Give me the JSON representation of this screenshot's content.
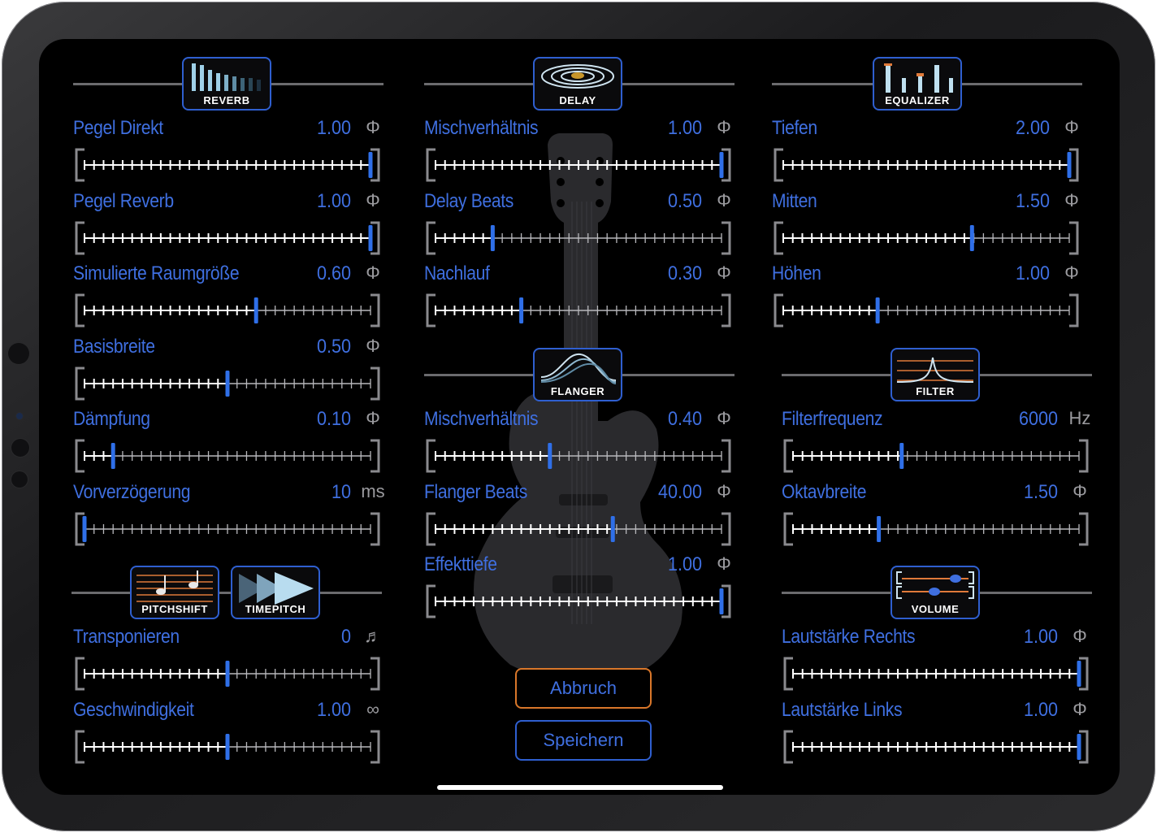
{
  "buttons": {
    "cancel": "Abbruch",
    "save": "Speichern"
  },
  "colors": {
    "accent": "#3f6fe0",
    "thumb": "#2f6fe8",
    "badge_border": "#2f5fd0",
    "cancel_border": "#d9772a"
  },
  "icons": {
    "phase": "phase-icon",
    "music_note": "music-note-icon",
    "infinity": "infinity-icon"
  },
  "reverb": {
    "title": "REVERB",
    "params": [
      {
        "label": "Pegel Direkt",
        "value": "1.00",
        "unit": "Φ",
        "level": 1.0
      },
      {
        "label": "Pegel Reverb",
        "value": "1.00",
        "unit": "Φ",
        "level": 1.0
      },
      {
        "label": "Simulierte Raumgröße",
        "value": "0.60",
        "unit": "Φ",
        "level": 0.6
      },
      {
        "label": "Basisbreite",
        "value": "0.50",
        "unit": "Φ",
        "level": 0.5
      },
      {
        "label": "Dämpfung",
        "value": "0.10",
        "unit": "Φ",
        "level": 0.1
      },
      {
        "label": "Vorverzögerung",
        "value": "10",
        "unit": "ms",
        "level": 0.0
      }
    ]
  },
  "pitch": {
    "title_pitchshift": "PITCHSHIFT",
    "title_timepitch": "TIMEPITCH",
    "params": [
      {
        "label": "Transponieren",
        "value": "0",
        "unit": "♬",
        "level": 0.5
      },
      {
        "label": "Geschwindigkeit",
        "value": "1.00",
        "unit": "∞",
        "level": 0.5
      }
    ]
  },
  "delay": {
    "title": "DELAY",
    "params": [
      {
        "label": "Mischverhältnis",
        "value": "1.00",
        "unit": "Φ",
        "level": 1.0
      },
      {
        "label": "Delay Beats",
        "value": "0.50",
        "unit": "Φ",
        "level": 0.2
      },
      {
        "label": "Nachlauf",
        "value": "0.30",
        "unit": "Φ",
        "level": 0.3
      }
    ]
  },
  "flanger": {
    "title": "FLANGER",
    "params": [
      {
        "label": "Mischverhältnis",
        "value": "0.40",
        "unit": "Φ",
        "level": 0.4
      },
      {
        "label": "Flanger Beats",
        "value": "40.00",
        "unit": "Φ",
        "level": 0.62
      },
      {
        "label": "Effekttiefe",
        "value": "1.00",
        "unit": "Φ",
        "level": 1.0
      }
    ]
  },
  "equalizer": {
    "title": "EQUALIZER",
    "params": [
      {
        "label": "Tiefen",
        "value": "2.00",
        "unit": "Φ",
        "level": 1.0
      },
      {
        "label": "Mitten",
        "value": "1.50",
        "unit": "Φ",
        "level": 0.66
      },
      {
        "label": "Höhen",
        "value": "1.00",
        "unit": "Φ",
        "level": 0.33
      }
    ]
  },
  "filter": {
    "title": "FILTER",
    "params": [
      {
        "label": "Filterfrequenz",
        "value": "6000",
        "unit": "Hz",
        "level": 0.38
      },
      {
        "label": "Oktavbreite",
        "value": "1.50",
        "unit": "Φ",
        "level": 0.3
      }
    ]
  },
  "volume": {
    "title": "VOLUME",
    "params": [
      {
        "label": "Lautstärke Rechts",
        "value": "1.00",
        "unit": "Φ",
        "level": 1.0
      },
      {
        "label": "Lautstärke Links",
        "value": "1.00",
        "unit": "Φ",
        "level": 1.0
      }
    ]
  }
}
